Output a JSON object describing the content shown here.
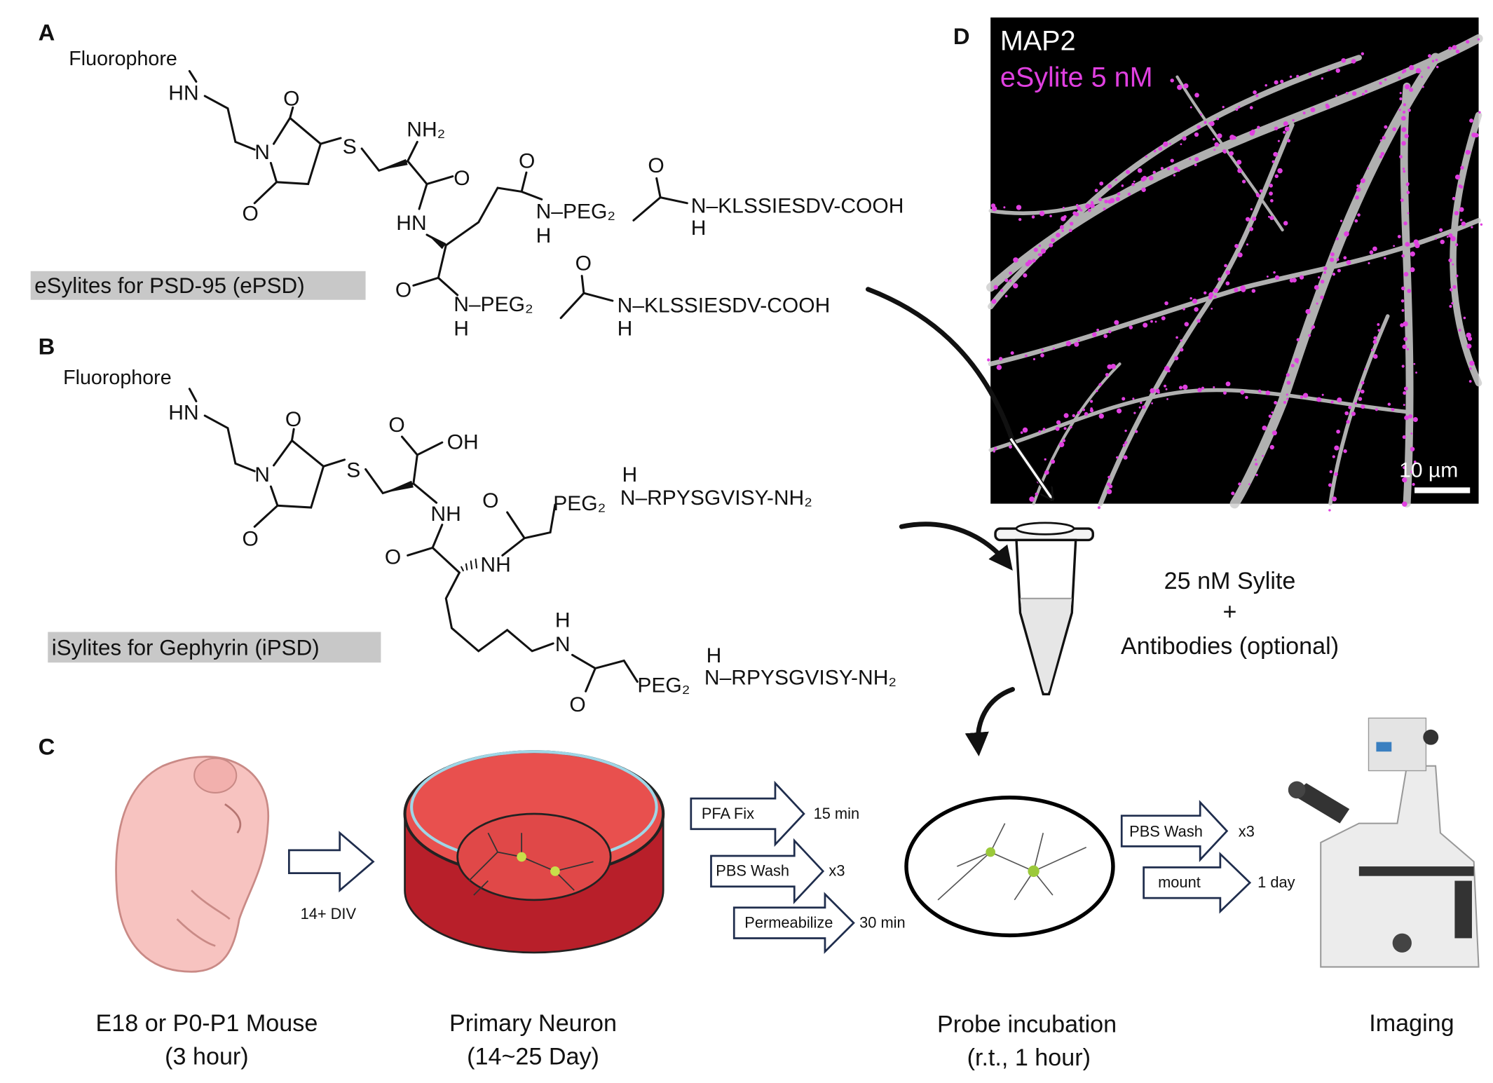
{
  "panels": {
    "a": "A",
    "b": "B",
    "c": "C",
    "d": "D"
  },
  "panel_a": {
    "fluorophore": "Fluorophore",
    "hn": "HN",
    "n": "N",
    "o_ring_top": "O",
    "o_ring_bottom": "O",
    "s": "S",
    "nh2": "NH₂",
    "o_cys": "O",
    "hn_glu": "HN",
    "o_side": "O",
    "side_n_peg": "N–PEG₂",
    "side_h": "H",
    "o_side2": "O",
    "side_peptide": "N–KLSSIESDV-COOH",
    "side_h2": "H",
    "o_main": "O",
    "main_n_peg": "N–PEG₂",
    "main_h": "H",
    "o_main2": "O",
    "main_peptide": "N–KLSSIESDV-COOH",
    "main_h2": "H",
    "label": "eSylites for PSD-95 (ePSD)"
  },
  "panel_b": {
    "fluorophore": "Fluorophore",
    "hn": "HN",
    "n": "N",
    "o_ring_top": "O",
    "o_ring_bottom": "O",
    "s": "S",
    "o_acid": "O",
    "oh": "OH",
    "nh1": "NH",
    "o_amide": "O",
    "nh2": "NH",
    "o_top_peg": "O",
    "top_peg": "PEG₂",
    "top_h": "H",
    "top_peptide": "N–RPYSGVISY-NH₂",
    "lys_h": "H",
    "lys_n": "N",
    "o_lys": "O",
    "lys_peg": "PEG₂",
    "lys_h2": "H",
    "lys_peptide": "N–RPYSGVISY-NH₂",
    "label": "iSylites for Gephyrin (iPSD)"
  },
  "panel_d": {
    "channel1": "MAP2",
    "channel2": "eSylite 5 nM",
    "scale_bar": "10 µm",
    "colors": {
      "map2": "#d9d9d9",
      "esylite": "#e040e0",
      "background": "#000000"
    }
  },
  "incubation_mix": {
    "line1": "25 nM Sylite",
    "line2": "+",
    "line3": "Antibodies (optional)"
  },
  "panel_c": {
    "div_label": "14+ DIV",
    "steps_before": [
      {
        "label": "PFA Fix",
        "detail": "15 min"
      },
      {
        "label": "PBS Wash",
        "detail": "x3"
      },
      {
        "label": "Permeabilize",
        "detail": "30 min"
      }
    ],
    "steps_after": [
      {
        "label": "PBS Wash",
        "detail": "x3"
      },
      {
        "label": "mount",
        "detail": "1 day"
      }
    ],
    "captions": [
      {
        "title": "E18 or P0-P1 Mouse",
        "sub": "(3 hour)"
      },
      {
        "title": "Primary Neuron",
        "sub": "(14~25 Day)"
      },
      {
        "title": "Probe incubation",
        "sub": "(r.t., 1 hour)"
      },
      {
        "title": "Imaging",
        "sub": ""
      }
    ]
  }
}
